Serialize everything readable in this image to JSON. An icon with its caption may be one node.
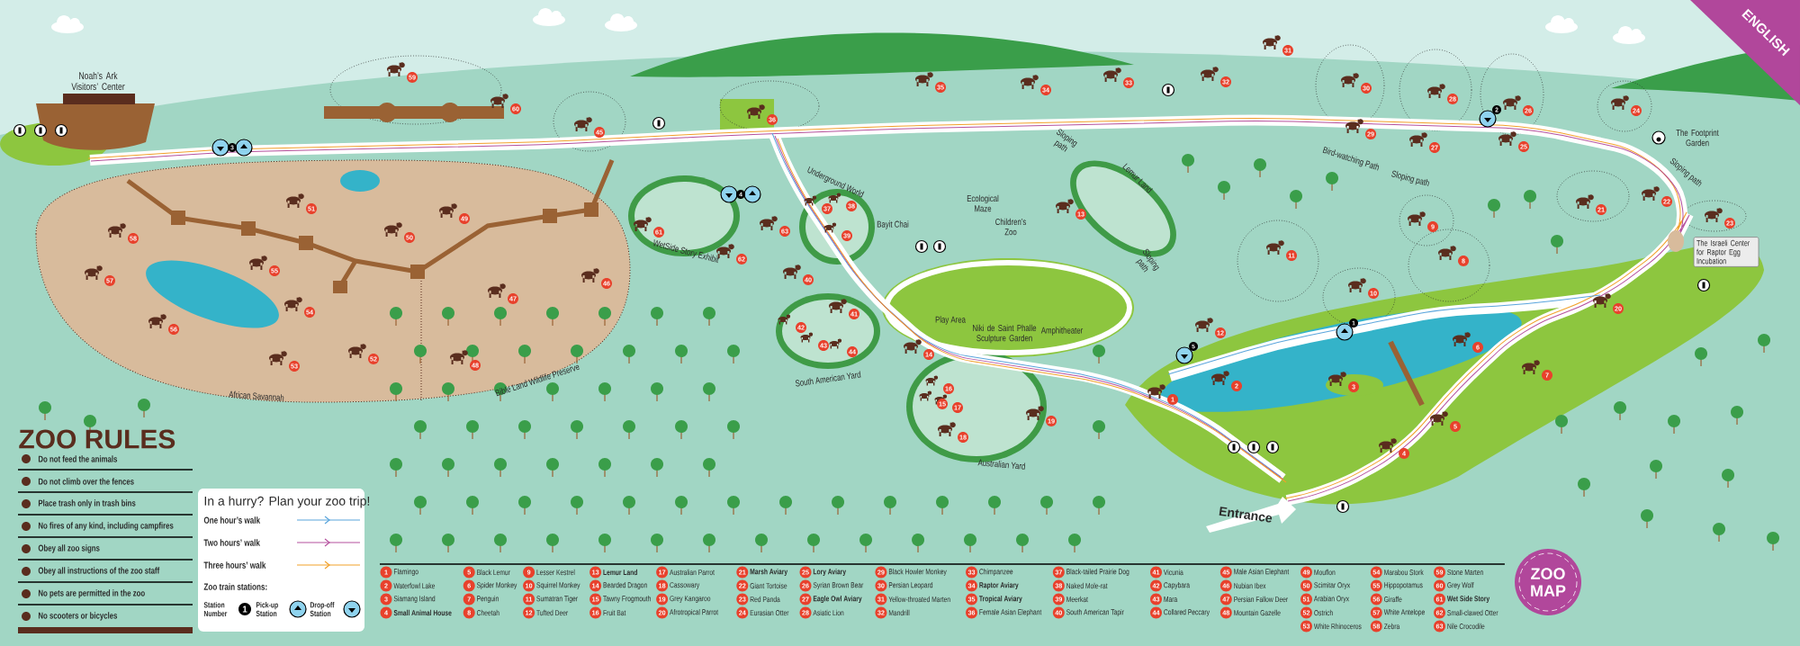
{
  "diagram": {
    "nodes": [
      {
        "text": [
          "ZOO RULES",
          "Do not feed the animals",
          "Do not climb over the fences",
          "Place trash only in trash bins",
          "No fires of any kind, including campfires",
          "Obey all zoo signs",
          "Obey all instructions of the zoo staff",
          "No pets are permitted in the zoo",
          "No scooters or bicycles"
        ]
      },
      {
        "text": [
          "In a hurry? Plan your zoo trip!",
          "Zoo train stations:"
        ]
      },
      {
        "text": [
          "ZOO MAP"
        ]
      },
      {
        "text": [
          "ENGLISH"
        ]
      },
      {
        "text": [
          "Noah’s Ark Visitors’ Center"
        ]
      },
      {
        "text": [
          "The Israeli Center for Raptor Egg Incubation"
        ]
      }
    ],
    "labels": [
      "African Savannah",
      "Bible Land Wildlife Preserve",
      "WetSide Story Exhibit",
      "Underground World",
      "Bayit Chai",
      "Ecological Maze",
      "Children’s Zoo",
      "Play Area",
      "Niki de Saint Phalle Sculpture Garden",
      "Amphitheater",
      "South American Yard",
      "Australian Yard",
      "Lemur Land",
      "Sloping path",
      "Sloping path",
      "Bird-watching Path",
      "Sloping path",
      "The Footprint Garden",
      "Sloping path",
      "Entrance",
      "1",
      "2",
      "3",
      "4",
      "5",
      "6",
      "7",
      "8",
      "9",
      "10",
      "11",
      "12",
      "13",
      "14",
      "15",
      "16",
      "17",
      "18",
      "19",
      "20",
      "21",
      "22",
      "23",
      "24",
      "25",
      "26",
      "27",
      "28",
      "29",
      "30",
      "31",
      "35",
      "34",
      "33",
      "32",
      "36",
      "37",
      "38",
      "39",
      "40",
      "42",
      "41",
      "43",
      "44",
      "45",
      "46",
      "47",
      "48",
      "49",
      "50",
      "51",
      "53",
      "52",
      "54",
      "55",
      "56",
      "57",
      "58",
      "59",
      "60",
      "61",
      "62",
      "63",
      "3",
      "4",
      "5",
      "1",
      "2",
      "1",
      "1",
      "Flamingo",
      "2",
      "Waterfowl Lake",
      "3",
      "Siamang Island",
      "4",
      "Small Animal House",
      "5",
      "Black Lemur",
      "6",
      "Spider Monkey",
      "7",
      "Penguin",
      "8",
      "Cheetah",
      "9",
      "Lesser Kestrel",
      "10",
      "Squirrel Monkey",
      "11",
      "Sumatran Tiger",
      "12",
      "Tufted Deer",
      "13",
      "Lemur Land",
      "14",
      "Bearded Dragon",
      "15",
      "Tawny Frogmouth",
      "16",
      "Fruit Bat",
      "17",
      "Australian Parrot",
      "18",
      "Cassowary",
      "19",
      "Grey Kangaroo",
      "20",
      "Afrotropical Parrot",
      "21",
      "Marsh Aviary",
      "22",
      "Giant Tortoise",
      "23",
      "Red Panda",
      "24",
      "Eurasian Otter",
      "25",
      "Lory Aviary",
      "26",
      "Syrian Brown Bear",
      "27",
      "Eagle Owl Aviary",
      "28",
      "Asiatic Lion",
      "29",
      "Black Howler Monkey",
      "30",
      "Persian Leopard",
      "31",
      "Yellow-throated Marten",
      "32",
      "Mandrill",
      "33",
      "Chimpanzee",
      "34",
      "Raptor Aviary",
      "35",
      "Tropical Aviary",
      "36",
      "Female Asian Elephant",
      "37",
      "Black-tailed Prairie Dog",
      "38",
      "Naked Mole-rat",
      "39",
      "Meerkat",
      "40",
      "South American Tapir",
      "41",
      "Vicunia",
      "42",
      "Capybara",
      "43",
      "Mara",
      "44",
      "Collared Peccary",
      "45",
      "Male Asian Elephant",
      "46",
      "Nubian Ibex",
      "47",
      "Persian Fallow Deer",
      "48",
      "Mountain Gazelle",
      "49",
      "Mouflon",
      "50",
      "Scimitar Oryx",
      "51",
      "Arabian Oryx",
      "52",
      "Ostrich",
      "53",
      "White Rhinoceros",
      "54",
      "Marabou Stork",
      "55",
      "Hippopotamus",
      "56",
      "Giraffe",
      "57",
      "White Antelope",
      "58",
      "Zebra",
      "59",
      "Stone Marten",
      "60",
      "Grey Wolf",
      "61",
      "Wet Side Story",
      "62",
      "Small-clawed Otter",
      "63",
      "Nile Crocodile"
    ],
    "legend": [
      {
        "text": "One hour’s walk"
      },
      {
        "text": "Two hours’ walk"
      },
      {
        "text": "Three hours’ walk"
      },
      {
        "text": "Station Number"
      },
      {
        "text": "Pick-up Station"
      },
      {
        "text": "Drop-off Station"
      }
    ]
  }
}
